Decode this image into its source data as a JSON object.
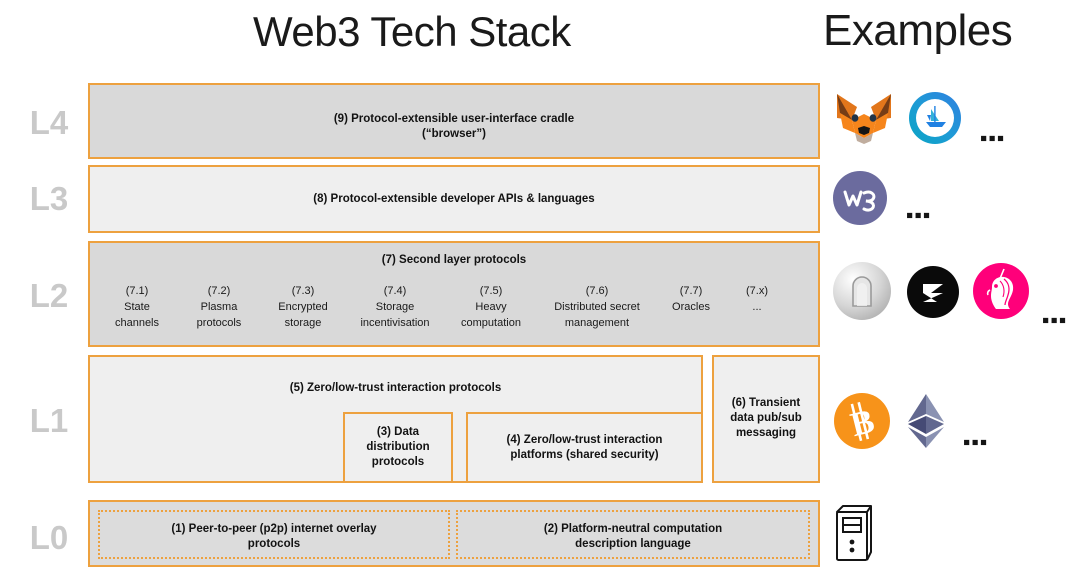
{
  "headings": {
    "main_title": "Web3 Tech Stack",
    "examples_title": "Examples"
  },
  "layers": [
    {
      "id": "L4",
      "label": "L4"
    },
    {
      "id": "L3",
      "label": "L3"
    },
    {
      "id": "L2",
      "label": "L2"
    },
    {
      "id": "L1",
      "label": "L1"
    },
    {
      "id": "L0",
      "label": "L0"
    }
  ],
  "boxes": {
    "l4": {
      "line1": "(9) Protocol-extensible user-interface cradle",
      "line2": "(“browser”)"
    },
    "l3": {
      "line1": "(8) Protocol-extensible developer APIs & languages"
    },
    "l2": {
      "title": "(7) Second layer protocols"
    },
    "l1_five": {
      "line1": "(5) Zero/low-trust interaction protocols"
    },
    "l1_three": {
      "line1": "(3) Data",
      "line2": "distribution",
      "line3": "protocols"
    },
    "l1_four": {
      "line1": "(4) Zero/low-trust interaction",
      "line2": "platforms (shared security)"
    },
    "l1_six": {
      "line1": "(6) Transient",
      "line2": "data pub/sub",
      "line3": "messaging"
    },
    "l0_one": {
      "line1": "(1) Peer-to-peer (p2p) internet overlay",
      "line2": "protocols"
    },
    "l0_two": {
      "line1": "(2) Platform-neutral computation",
      "line2": "description language"
    }
  },
  "l2_columns": [
    {
      "num": "(7.1)",
      "line1": "State",
      "line2": "channels"
    },
    {
      "num": "(7.2)",
      "line1": "Plasma",
      "line2": "protocols"
    },
    {
      "num": "(7.3)",
      "line1": "Encrypted",
      "line2": "storage"
    },
    {
      "num": "(7.4)",
      "line1": "Storage",
      "line2": "incentivisation"
    },
    {
      "num": "(7.5)",
      "line1": "Heavy",
      "line2": "computation"
    },
    {
      "num": "(7.6)",
      "line1": "Distributed secret",
      "line2": "management"
    },
    {
      "num": "(7.7)",
      "line1": "Oracles",
      "line2": ""
    },
    {
      "num": "(7.x)",
      "line1": "...",
      "line2": ""
    }
  ],
  "examples": {
    "l4": {
      "icons": [
        "metamask-fox-logo",
        "opensea-sailboat-logo"
      ],
      "more": "▪▪▪"
    },
    "l3": {
      "icons": [
        "web3js-logo"
      ],
      "more": "▪▪▪"
    },
    "l2": {
      "icons": [
        "raiden-logo",
        "zksync-logo",
        "uniswap-unicorn-logo"
      ],
      "more": "▪▪▪"
    },
    "l1": {
      "icons": [
        "bitcoin-logo",
        "ethereum-logo"
      ],
      "more": "▪▪▪"
    },
    "l0": {
      "icons": [
        "server-tower-icon"
      ],
      "more": ""
    }
  },
  "colors": {
    "accent_orange": "#eda13f",
    "fill_dark": "#d9d9d9",
    "fill_light": "#efefef",
    "label_gray": "#c9c9c9",
    "bitcoin_orange": "#f7931a",
    "uniswap_pink": "#ff007a",
    "web3_purple": "#6b6b9e"
  }
}
